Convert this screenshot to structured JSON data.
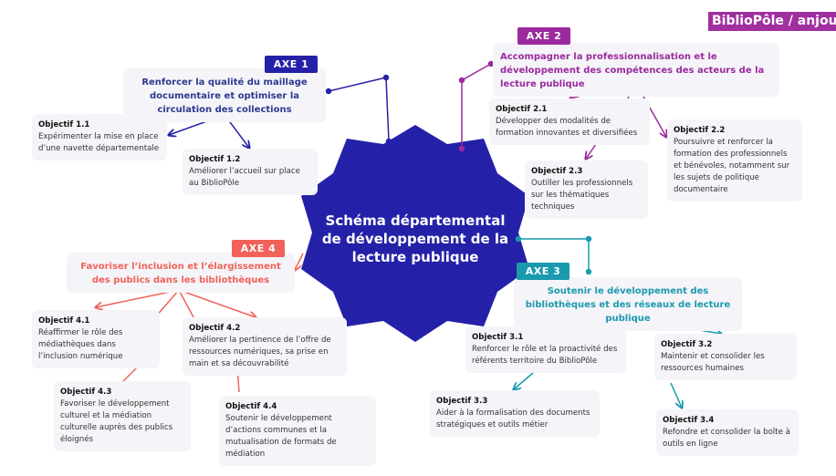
{
  "logo": "BiblioPôle / anjou",
  "center": {
    "title": "Schéma départemental de développement de la lecture publique",
    "color": "#2421a8"
  },
  "axes": [
    {
      "label": "AXE 1",
      "title": "Renforcer la qualité du maillage documentaire et optimiser la circulation des collections",
      "color": "#2421a8",
      "objectives": [
        {
          "label": "Objectif 1.1",
          "text": "Expérimenter la mise en place d’une navette départementale"
        },
        {
          "label": "Objectif 1.2",
          "text": "Améliorer l’accueil sur place au BiblioPôle"
        }
      ]
    },
    {
      "label": "AXE 2",
      "title": "Accompagner la professionnalisation et le développement des compétences des acteurs de la lecture publique",
      "color": "#9b2a9e",
      "objectives": [
        {
          "label": "Objectif 2.1",
          "text": "Développer des modalités de formation innovantes et diversifiées"
        },
        {
          "label": "Objectif 2.2",
          "text": "Poursuivre et renforcer la formation des professionnels et bénévoles, notamment sur les sujets de politique documentaire"
        },
        {
          "label": "Objectif 2.3",
          "text": "Outiller les professionnels sur les thématiques techniques"
        }
      ]
    },
    {
      "label": "AXE 3",
      "title": "Soutenir le développement des bibliothèques et des réseaux de lecture publique",
      "color": "#1a9aae",
      "objectives": [
        {
          "label": "Objectif 3.1",
          "text": "Renforcer le rôle et la proactivité des référents territoire du BiblioPôle"
        },
        {
          "label": "Objectif 3.2",
          "text": "Maintenir et consolider les ressources humaines"
        },
        {
          "label": "Objectif 3.3",
          "text": "Aider à la formalisation des documents stratégiques et outils métier"
        },
        {
          "label": "Objectif 3.4",
          "text": "Refondre et consolider la boîte à outils en ligne"
        }
      ]
    },
    {
      "label": "AXE 4",
      "title": "Favoriser l’inclusion et l’élargissement des publics dans les bibliothèques",
      "color": "#f0625a",
      "objectives": [
        {
          "label": "Objectif 4.1",
          "text": "Réaffirmer le rôle des médiathèques dans l’inclusion numérique"
        },
        {
          "label": "Objectif 4.2",
          "text": "Améliorer la pertinence de l’offre de ressources numériques, sa prise en main et sa découvrabilité"
        },
        {
          "label": "Objectif 4.3",
          "text": "Favoriser le développement culturel et la médiation culturelle auprès des publics éloignés"
        },
        {
          "label": "Objectif 4.4",
          "text": "Soutenir le développement d’actions communes et la mutualisation de formats de médiation"
        }
      ]
    }
  ]
}
